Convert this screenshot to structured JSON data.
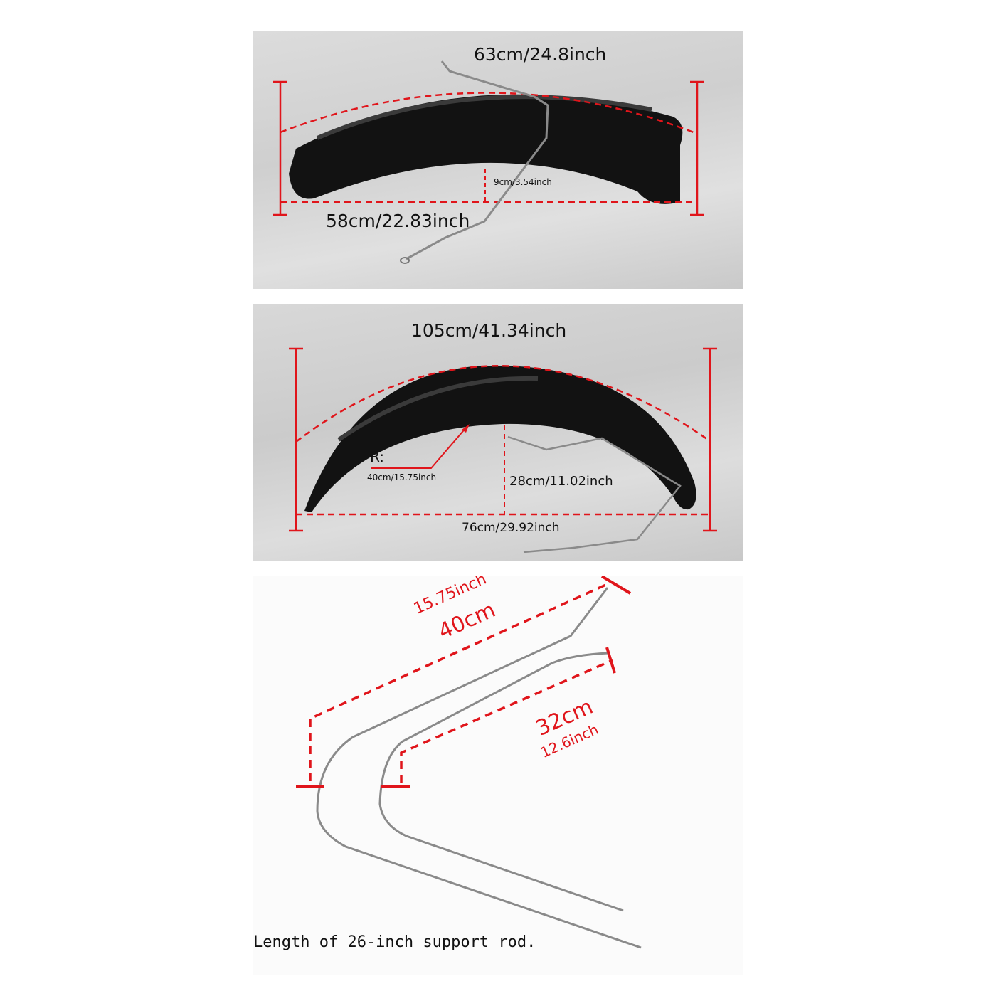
{
  "panel_front_fender": {
    "arc_length": "63cm/24.8inch",
    "chord_length": "58cm/22.83inch",
    "height": "9cm/3.54inch"
  },
  "panel_rear_fender": {
    "arc_length": "105cm/41.34inch",
    "chord_length": "76cm/29.92inch",
    "height": "28cm/11.02inch",
    "radius_label": "R:",
    "radius_value": "40cm/15.75inch"
  },
  "panel_support_rods": {
    "long_rod_inch": "15.75inch",
    "long_rod_cm": "40cm",
    "short_rod_cm": "32cm",
    "short_rod_inch": "12.6inch",
    "caption": "Length of 26-inch support rod."
  },
  "colors": {
    "dimension_red": "#e0151b",
    "fender_black": "#111111",
    "rod_steel": "#8a8a8a"
  }
}
